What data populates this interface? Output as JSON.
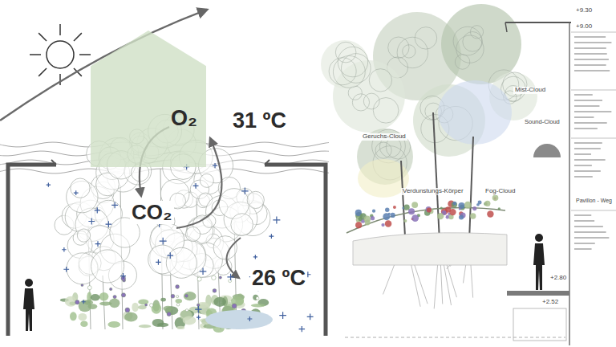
{
  "diagram": {
    "nodes": [
      {
        "text": [
          "O₂"
        ]
      }
    ],
    "labels": [
      "31 ºC",
      "CO₂",
      "26 ºC",
      "+9.30",
      "+9.00",
      "Mist-Cloud",
      "Sound-Cloud",
      "Geruchs-Cloud",
      "Verdunstungs-Körper",
      "Fog-Cloud",
      "+2.80",
      "+2.52",
      "Pavillon - Weg"
    ]
  }
}
